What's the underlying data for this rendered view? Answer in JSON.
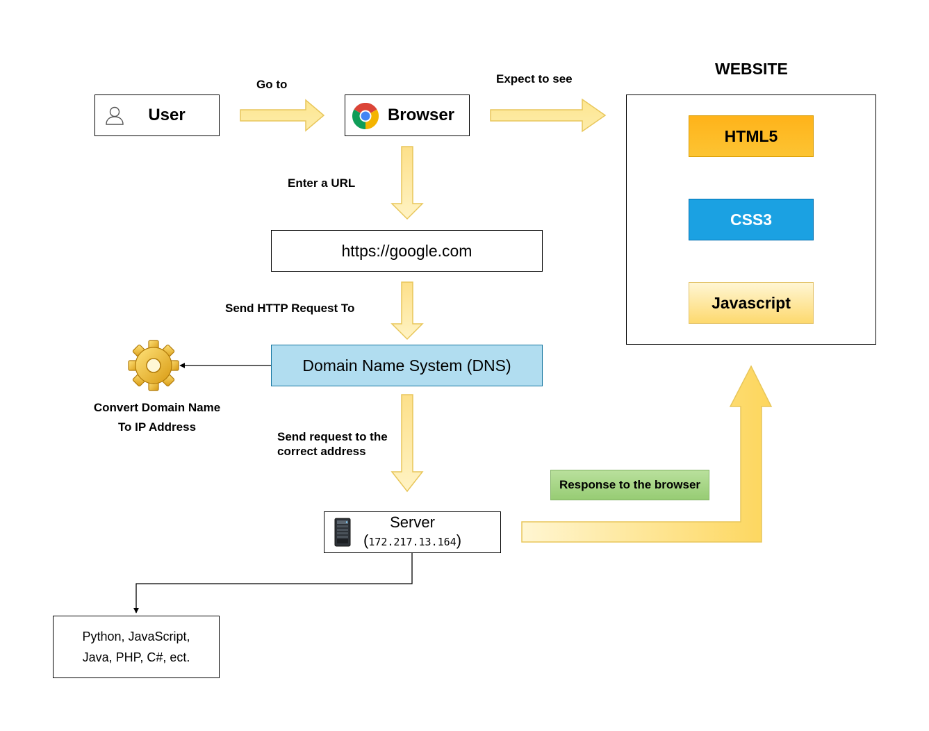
{
  "nodes": {
    "user": "User",
    "browser": "Browser",
    "url": "https://google.com",
    "dns": "Domain Name System (DNS)",
    "server_title": "Server",
    "server_ip": "172.217.13.164",
    "languages_line1": "Python, JavaScript,",
    "languages_line2": "Java, PHP, C#, ect.",
    "website_title": "WEBSITE",
    "html": "HTML5",
    "css": "CSS3",
    "js": "Javascript"
  },
  "edges": {
    "go_to": "Go to",
    "expect_to_see": "Expect to see",
    "enter_url": "Enter a URL",
    "send_http": "Send HTTP Request To",
    "convert_line1": "Convert Domain Name",
    "convert_line2": "To IP Address",
    "send_request_line1": "Send request to the",
    "send_request_line2": "correct address",
    "response": "Response to the browser"
  },
  "colors": {
    "arrow_fill": "#fde58a",
    "arrow_stroke": "#e8c65a",
    "html_fill": "#ffad0d",
    "css_fill": "#1ba1e2",
    "js_fill": "#fde8a0",
    "dns_fill": "#b1ddf0",
    "dns_stroke": "#10739e",
    "response_fill": "#a8d48a",
    "response_stroke": "#82b366"
  }
}
